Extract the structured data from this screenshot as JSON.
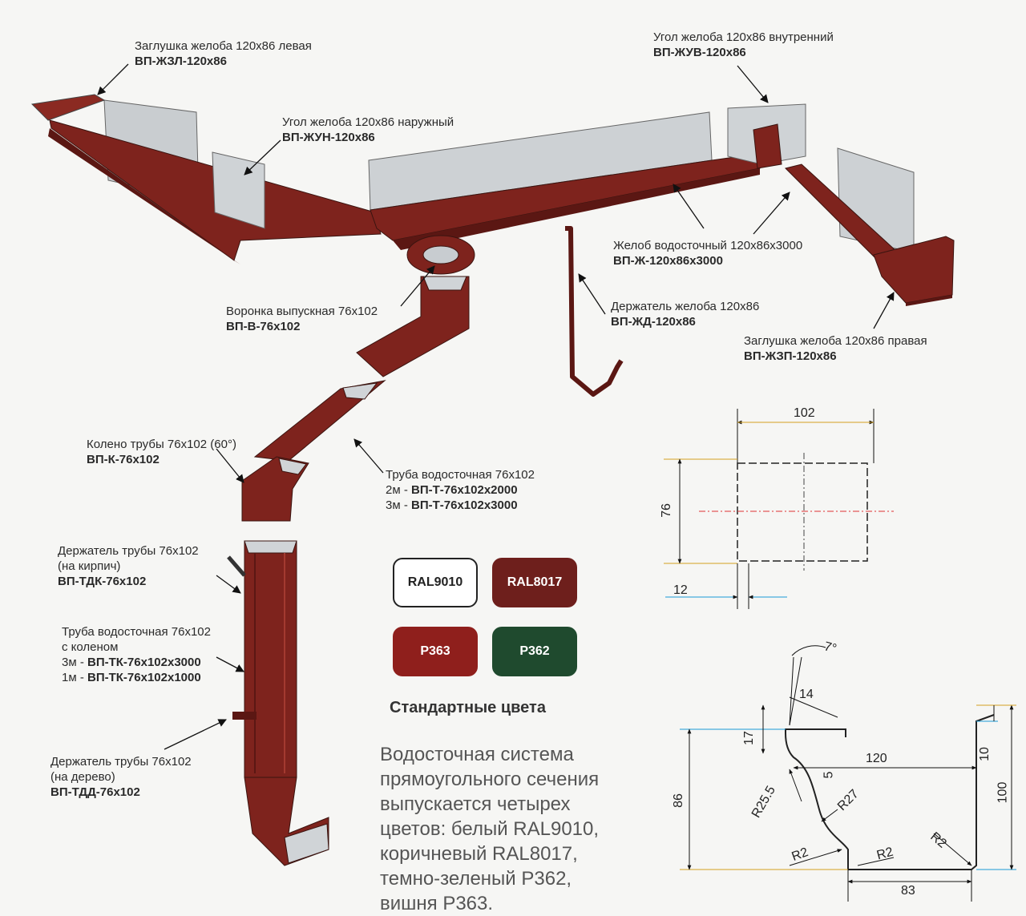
{
  "labels": {
    "end_cap_left": {
      "name": "Заглушка желоба 120х86 левая",
      "code": "ВП-ЖЗЛ-120х86"
    },
    "outer_corner": {
      "name": "Угол желоба 120х86 наружный",
      "code": "ВП-ЖУН-120х86"
    },
    "inner_corner": {
      "name": "Угол желоба 120х86 внутренний",
      "code": "ВП-ЖУВ-120х86"
    },
    "gutter": {
      "name": "Желоб водосточный 120х86х3000",
      "code": "ВП-Ж-120х86х3000"
    },
    "outlet_funnel": {
      "name": "Воронка выпускная 76х102",
      "code": "ВП-В-76х102"
    },
    "gutter_holder": {
      "name": "Держатель желоба 120х86",
      "code": "ВП-ЖД-120х86"
    },
    "end_cap_right": {
      "name": "Заглушка желоба 120х86 правая",
      "code": "ВП-ЖЗП-120х86"
    },
    "elbow": {
      "name": "Колено трубы 76х102 (60°)",
      "code": "ВП-К-76х102"
    },
    "downpipe": {
      "name": "Труба водосточная 76х102",
      "len1": "2м - ",
      "code1": "ВП-Т-76х102х2000",
      "len2": "3м - ",
      "code2": "ВП-Т-76х102х3000"
    },
    "holder_brick": {
      "name": "Держатель трубы 76х102",
      "note": "(на кирпич)",
      "code": "ВП-ТДК-76х102"
    },
    "pipe_with_elbow": {
      "name": "Труба водосточная 76х102",
      "note": "с коленом",
      "len1": "3м - ",
      "code1": "ВП-ТК-76х102х3000",
      "len2": "1м - ",
      "code2": "ВП-ТК-76х102х1000"
    },
    "holder_wood": {
      "name": "Держатель трубы 76х102",
      "note": "(на дерево)",
      "code": "ВП-ТДД-76х102"
    }
  },
  "colors": {
    "title": "Стандартные цвета",
    "swatches": [
      {
        "label": "RAL9010",
        "color": "#ffffff"
      },
      {
        "label": "RAL8017",
        "color": "#6e1f1c"
      },
      {
        "label": "P363",
        "color": "#8f1f1c"
      },
      {
        "label": "P362",
        "color": "#1f4a2e"
      }
    ]
  },
  "description": [
    "Водосточная система",
    "прямоугольного сечения",
    "выпускается четырех",
    "цветов: белый RAL9010,",
    "коричневый RAL8017,",
    "темно-зеленый P362,",
    "вишня P363."
  ],
  "pipe_section": {
    "width": "102",
    "height": "76",
    "corrugation": "12"
  },
  "gutter_profile": {
    "angle": "7°",
    "lip": "14",
    "lip_height": "17",
    "bead": "5",
    "width": "120",
    "top_gap": "10",
    "total_height": "100",
    "front_height": "86",
    "r1": "R25.5",
    "r2": "R27",
    "r3": "R2",
    "r4": "R2",
    "r5": "R2",
    "bottom": "83"
  }
}
